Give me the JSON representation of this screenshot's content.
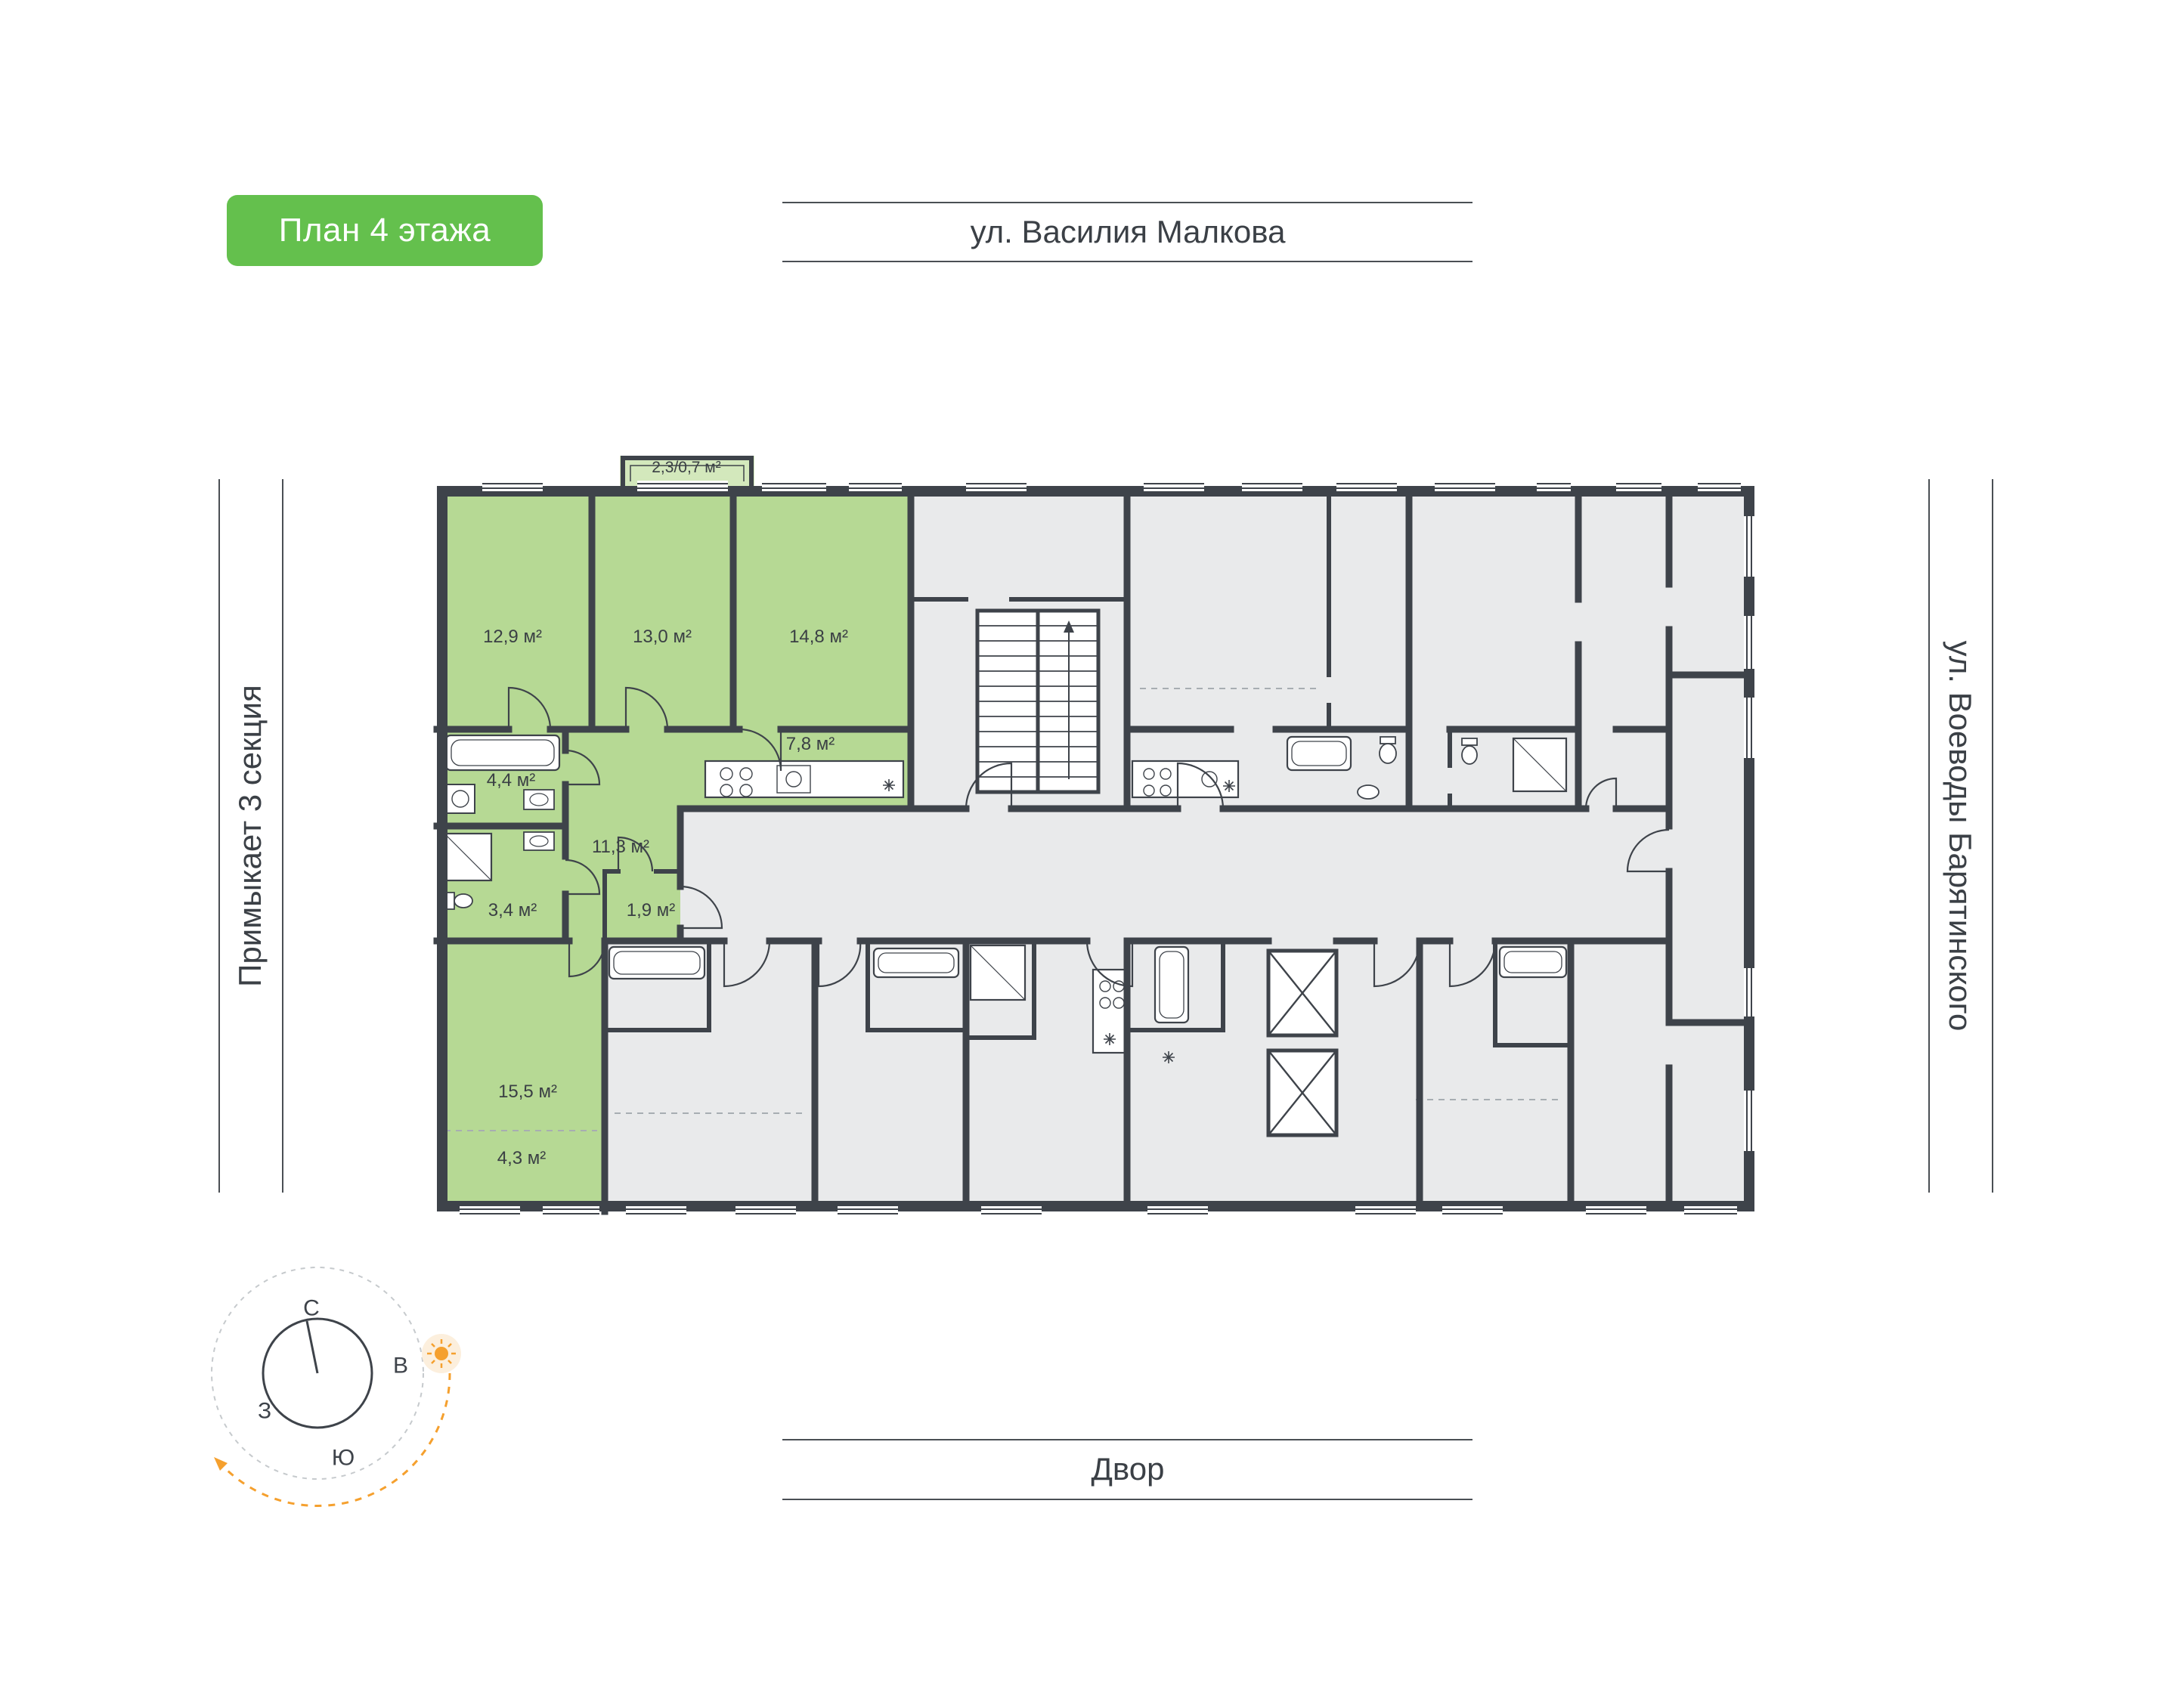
{
  "header": {
    "badge": "План 4 этажа"
  },
  "streets": {
    "top": "ул. Василия Малкова",
    "right": "ул. Воеводы Барятинского",
    "left": "Примыкает 3 секция",
    "bottom": "Двор"
  },
  "compass": {
    "n": "С",
    "e": "В",
    "s": "Ю",
    "w": "З"
  },
  "plan": {
    "balcony": "2,3/0,7 м²",
    "rooms": [
      {
        "name": "bedroom-1",
        "area": "12,9 м²"
      },
      {
        "name": "bedroom-2",
        "area": "13,0 м²"
      },
      {
        "name": "bedroom-3",
        "area": "14,8 м²"
      },
      {
        "name": "kitchen",
        "area": "7,8 м²"
      },
      {
        "name": "bathroom-1",
        "area": "4,4 м²"
      },
      {
        "name": "corridor",
        "area": "11,3 м²"
      },
      {
        "name": "bathroom-2",
        "area": "3,4 м²"
      },
      {
        "name": "hall",
        "area": "1,9 м²"
      },
      {
        "name": "living",
        "area": "15,5 м²"
      },
      {
        "name": "loggia",
        "area": "4,3 м²"
      }
    ]
  },
  "colors": {
    "badge_bg": "#64c04d",
    "apartment_highlight": "#b6d994",
    "balcony_highlight": "#d3e8bc",
    "walls": "#3e434a",
    "floor": "#e9eaeb",
    "accent_orange": "#f5a02e"
  }
}
